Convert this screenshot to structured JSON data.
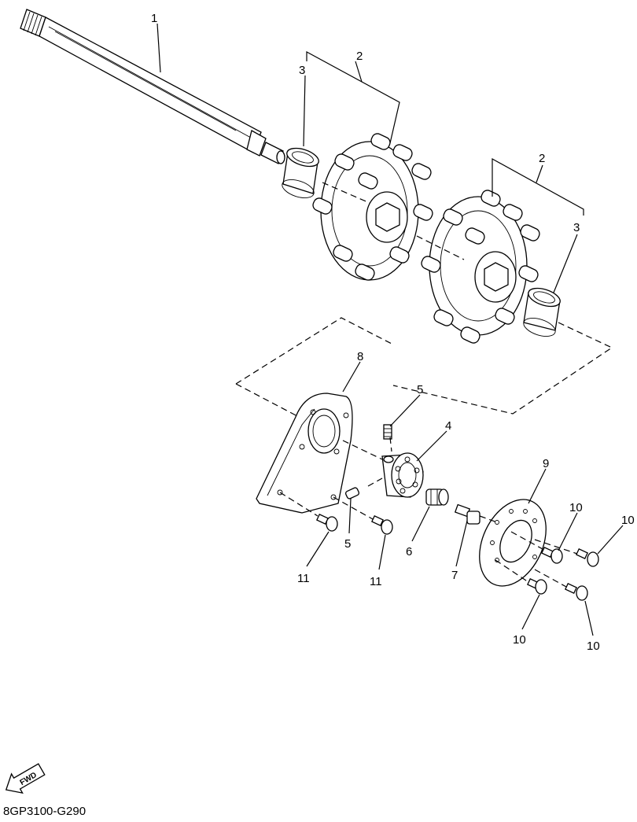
{
  "diagram": {
    "callouts": {
      "c1": "1",
      "c2a": "2",
      "c2b": "2",
      "c3a": "3",
      "c3b": "3",
      "c4": "4",
      "c5a": "5",
      "c5b": "5",
      "c6": "6",
      "c7": "7",
      "c8": "8",
      "c9": "9",
      "c10a": "10",
      "c10b": "10",
      "c10c": "10",
      "c10d": "10",
      "c11a": "11",
      "c11b": "11"
    },
    "fwd_label": "FWD",
    "diagram_code": "8GP3100-G290"
  }
}
